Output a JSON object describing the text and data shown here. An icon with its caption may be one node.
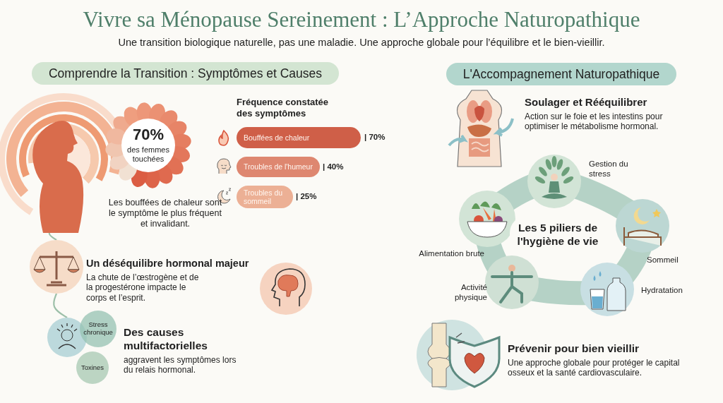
{
  "diagram": {
    "title": "Vivre sa Ménopause Sereinement : L’Approche Naturopathique",
    "nodes": [
      {
        "text": [
          "Comprendre la Transition : Symptômes et Causes"
        ]
      },
      {
        "text": [],
        "shape": "picture"
      },
      {
        "text": [
          "70%",
          "des femmes touchées"
        ]
      },
      {
        "text": [
          "Bouffées de chaleur"
        ],
        "beside": [
          "| 70%"
        ]
      },
      {
        "text": [
          "Troubles de l'humeur"
        ],
        "beside": [
          "| 40%"
        ]
      },
      {
        "text": [
          "Troubles du sommeil"
        ],
        "beside": [
          "| 25%"
        ]
      },
      {
        "text": [],
        "shape": "picture"
      },
      {
        "text": [],
        "shape": "picture"
      },
      {
        "text": [],
        "shape": "picture"
      },
      {
        "text": [
          "Stress chronique"
        ]
      },
      {
        "text": [
          "Toxines"
        ]
      },
      {
        "text": [
          "L'Accompagnement Naturopathique"
        ]
      },
      {
        "text": [],
        "shape": "picture",
        "beside": [
          "Gestion du stress"
        ]
      },
      {
        "text": [],
        "shape": "picture",
        "beside": [
          "Alimentation brute"
        ]
      },
      {
        "text": [
          "Les 5 piliers de l'hygiène de vie"
        ]
      },
      {
        "text": [],
        "shape": "picture",
        "beside": [
          "Sommeil"
        ]
      },
      {
        "text": [],
        "shape": "picture",
        "beside": [
          "Activité physique"
        ]
      },
      {
        "text": [],
        "shape": "picture",
        "beside": [
          "Hydratation"
        ]
      }
    ],
    "edges": [
      {
        "from": 1,
        "to": 6,
        "arrow": "none"
      },
      {
        "from": 6,
        "to": 8,
        "arrow": "none"
      }
    ],
    "labels": [
      "Une transition biologique naturelle, pas une maladie. Une approche globale pour l’équilibre et le bien-vieillir.",
      "Fréquence constatée des symptômes",
      "Les bouffées de chaleur sont le symptôme le plus fréquent et invalidant.",
      "Un déséquilibre hormonal majeur",
      "La chute de l’œstrogène et de la progestérone impacte le corps et l’esprit.",
      "Des causes multifactorielles",
      "aggravent les symptômes lors du relais hormonal.",
      "Soulager et Rééquilibrer",
      "Action sur le foie et les intestins pour optimiser le métabolisme hormonal.",
      "Prévenir pour bien vieillir",
      "Une approche globale pour protéger le capital osseux et la santé cardiovasculaire."
    ]
  }
}
